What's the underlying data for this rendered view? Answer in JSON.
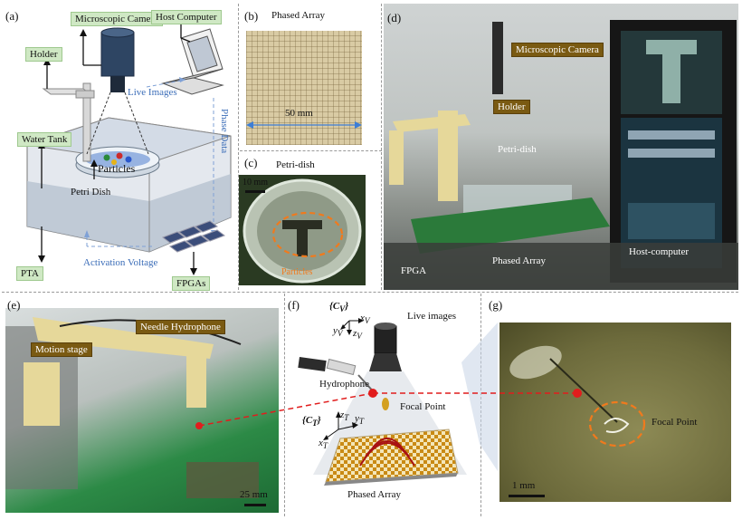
{
  "panel_a": {
    "label": "(a)",
    "microscopic_camera": "Microscopic Camera",
    "host_computer": "Host Computer",
    "holder": "Holder",
    "live_images": "Live Images",
    "phase_data": "Phase Data",
    "water_tank": "Water Tank",
    "particles": "Particles",
    "petri_dish": "Petri Dish",
    "activation_voltage": "Activation Voltage",
    "pta": "PTA",
    "fpgas": "FPGAs"
  },
  "panel_b": {
    "label": "(b)",
    "title": "Phased Array",
    "dimension": "50 mm"
  },
  "panel_c": {
    "label": "(c)",
    "title": "Petri-dish",
    "scale": "10 mm",
    "particles": "Particles"
  },
  "panel_d": {
    "label": "(d)",
    "microscopic_camera": "Microscopic Camera",
    "holder": "Holder",
    "petri_dish": "Petri-dish",
    "fpga": "FPGA",
    "phased_array": "Phased Array",
    "host_computer": "Host-computer"
  },
  "panel_e": {
    "label": "(e)",
    "needle_hydrophone": "Needle Hydrophone",
    "motion_stage": "Motion stage",
    "scale": "25 mm"
  },
  "panel_f": {
    "label": "(f)",
    "cv": "{C",
    "cv_sub": "V",
    "cv_close": "}",
    "xv": "x",
    "yv": "y",
    "zv": "z",
    "v_sub": "V",
    "live_images": "Live images",
    "hydrophone": "Hydrophone",
    "focal_point": "Focal Point",
    "ct": "{C",
    "ct_sub": "T",
    "ct_close": "}",
    "zt": "z",
    "yt": "y",
    "xt": "x",
    "t_sub": "T",
    "phased_array": "Phased Array"
  },
  "panel_g": {
    "label": "(g)",
    "focal_point": "Focal Point",
    "scale": "1 mm"
  },
  "colors": {
    "tag_green": "#cfe8c4",
    "tag_brown": "#7a5a12",
    "blue_text": "#3b6db8",
    "focal_red": "#e11d1d"
  }
}
